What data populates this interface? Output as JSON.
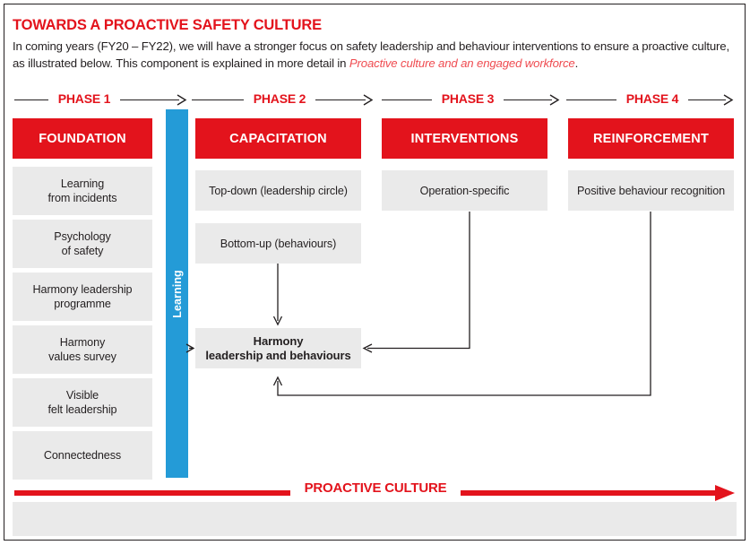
{
  "header": {
    "title": "TOWARDS A PROACTIVE SAFETY CULTURE",
    "body_part1": "In coming years (FY20 – FY22), we will have a stronger focus on safety leadership and behaviour interventions to ensure a proactive culture, as illustrated below. This component is explained in more detail in ",
    "link_text": "Proactive culture and an engaged workforce",
    "body_part2": "."
  },
  "colors": {
    "red": "#e3131c",
    "blue": "#249bd7",
    "grey_box": "#eaeaea",
    "text": "#231f20",
    "link_red": "#ef4b50",
    "white": "#ffffff"
  },
  "phases": [
    {
      "label": "PHASE 1"
    },
    {
      "label": "PHASE 2"
    },
    {
      "label": "PHASE 3"
    },
    {
      "label": "PHASE 4"
    }
  ],
  "columns": [
    {
      "header": "FOUNDATION",
      "items": [
        "Learning\nfrom incidents",
        "Psychology\nof safety",
        "Harmony leadership\nprogramme",
        "Harmony\nvalues survey",
        "Visible\nfelt leadership",
        "Connectedness"
      ]
    },
    {
      "header": "CAPACITATION",
      "items": [
        "Top-down (leadership circle)",
        "Bottom-up (behaviours)",
        "Harmony\nleadership and behaviours"
      ]
    },
    {
      "header": "INTERVENTIONS",
      "items": [
        "Operation-specific"
      ]
    },
    {
      "header": "REINFORCEMENT",
      "items": [
        "Positive behaviour recognition"
      ]
    }
  ],
  "vertical_bar": {
    "label": "Learning"
  },
  "footer": {
    "label": "PROACTIVE CULTURE"
  }
}
